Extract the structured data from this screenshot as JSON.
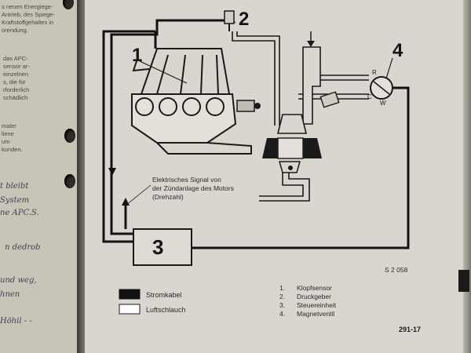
{
  "left_page": {
    "text_lines": [
      "s neuen Energiege-",
      "Antrieb, des Spiege-",
      "Kraftstoffgehaltes in",
      "orendung.",
      "",
      "das APC-",
      "sensor ar-",
      "einzelnen",
      "s, die für",
      "rforderlich",
      "schädlich",
      "",
      "maler",
      "liene",
      "um",
      "kunden."
    ],
    "handwriting": [
      "t bleibt",
      "System",
      "ne APC.S.",
      "n dedrob",
      "und weg,",
      "hnen",
      "Höhil - -"
    ]
  },
  "diagram": {
    "labels": {
      "knock_sensor_num": "1",
      "pressure_sender_num": "2",
      "control_unit_num": "3",
      "solenoid_valve_num": "4"
    },
    "valve_ports": {
      "r": "R",
      "c": "C",
      "w": "W"
    },
    "signal_note": [
      "Elektrisches Signal von",
      "der Zündanlage des Motors",
      "(Drehzahl)"
    ],
    "ref_code": "S 2 058"
  },
  "legend": [
    {
      "label": "Stromkabel",
      "swatch": "#111111"
    },
    {
      "label": "Luftschlauch",
      "swatch": "#ffffff"
    }
  ],
  "parts_list": [
    {
      "num": "1.",
      "name": "Klopfsensor"
    },
    {
      "num": "2.",
      "name": "Druckgeber"
    },
    {
      "num": "3.",
      "name": "Steuereinheit"
    },
    {
      "num": "4.",
      "name": "Magnetventil"
    }
  ],
  "page_number": "291-17"
}
